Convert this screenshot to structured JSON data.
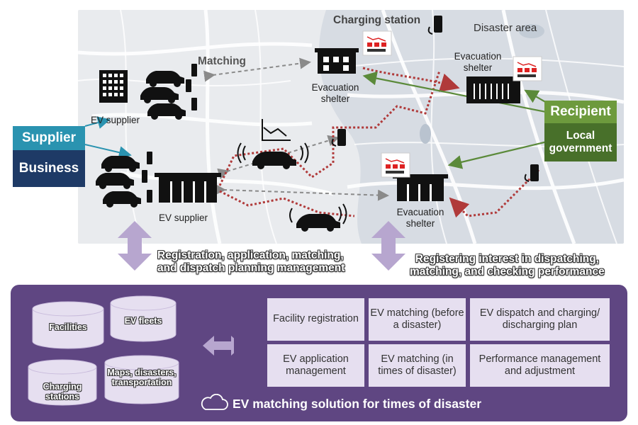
{
  "map": {
    "charging_station_label": "Charging station",
    "disaster_area_label": "Disaster area",
    "matching_label": "Matching",
    "ev_supplier_top": "EV supplier",
    "ev_supplier_bottom": "EV supplier",
    "shelter_center": [
      "Evacuation",
      "shelter"
    ],
    "shelter_right": [
      "Evacuation",
      "shelter"
    ],
    "shelter_bottom": [
      "Evacuation",
      "shelter"
    ]
  },
  "roles": {
    "supplier": "Supplier",
    "business": "Business",
    "recipient": "Recipient",
    "local_government": [
      "Local",
      "government"
    ]
  },
  "bands": {
    "left": [
      "Registration, application, matching,",
      "and dispatch planning management"
    ],
    "right": [
      "Registering interest in dispatching,",
      "matching, and checking performance"
    ]
  },
  "databases": [
    "Facilities",
    "EV fleets",
    "Charging stations",
    "Maps, disasters, transportation"
  ],
  "functions": [
    "Facility registration",
    "EV matching (before a disaster)",
    "EV dispatch and charging/ discharging plan",
    "EV application management",
    "EV matching (in times of disaster)",
    "Performance management and adjustment"
  ],
  "solution_title": "EV matching solution for times of disaster",
  "colors": {
    "supplier": "#2a93b0",
    "business": "#1e3a66",
    "recipient": "#6d9a3d",
    "local_government": "#48702a",
    "panel": "#5f4682",
    "cell": "#e6dff0",
    "arrow_red": "#b03a3a",
    "arrow_green": "#5b8a3a",
    "arrow_purple": "#b7a6cf"
  }
}
